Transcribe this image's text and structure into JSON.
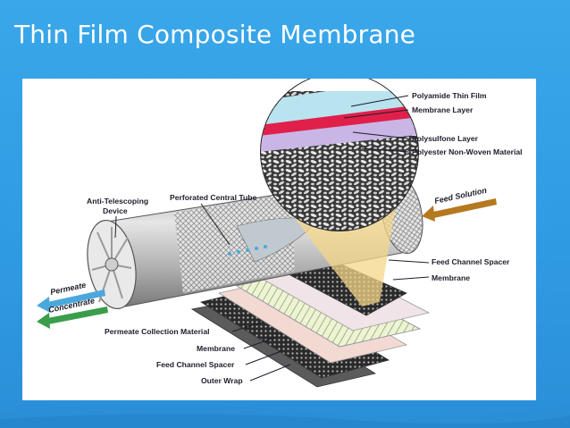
{
  "slide": {
    "title": "Thin Film Composite Membrane"
  },
  "diagram": {
    "labels": {
      "polyamide": "Polyamide Thin Film",
      "membrane_layer": "Membrane Layer",
      "polysulfone": "Polysulfone Layer",
      "polyester": "Polyester Non-Woven Material",
      "anti_telescoping_1": "Anti-Telescoping",
      "anti_telescoping_2": "Device",
      "perforated_tube": "Perforated Central Tube",
      "feed_solution": "Feed Solution",
      "feed_channel_spacer_right": "Feed Channel Spacer",
      "membrane_right": "Membrane",
      "permeate": "Permeate",
      "concentrate": "Concentrate",
      "permeate_collection": "Permeate Collection Material",
      "membrane_bottom": "Membrane",
      "feed_channel_spacer_bottom": "Feed Channel Spacer",
      "outer_wrap": "Outer Wrap"
    },
    "colors": {
      "polyamide": "#b9e3ef",
      "membrane_layer": "#e0204a",
      "polysulfone": "#c9b6e6",
      "cylinder": "#c8c8c8",
      "feed_arrow": "#b5791f",
      "permeate_arrow": "#4aa8dc",
      "concentrate_arrow": "#3a9d4a",
      "beam": "#f6d78a"
    }
  }
}
